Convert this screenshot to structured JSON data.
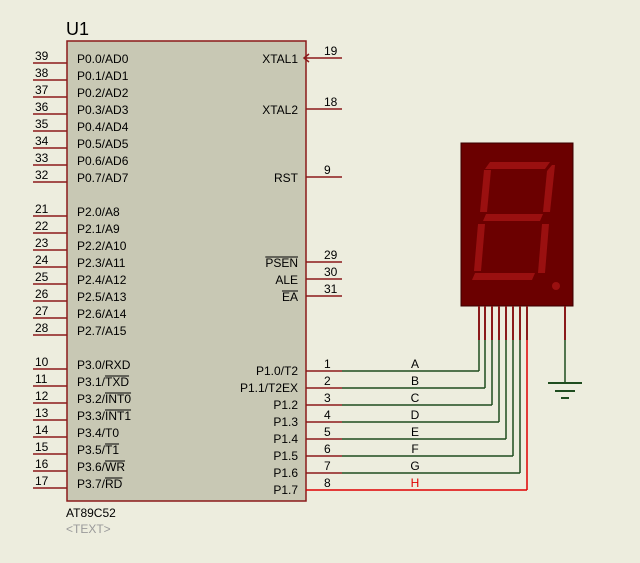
{
  "schematic": {
    "ref": "U1",
    "part": "AT89C52",
    "text_placeholder": "<TEXT>",
    "colors": {
      "background": "#ededde",
      "chip_fill": "#c8c8b4",
      "outline": "#8b1a1a",
      "wire": "#1f4d1f",
      "wire_active": "#e00000",
      "pin_number": "#000000",
      "display_bg": "#6b0000",
      "segment_off": "#9a1010"
    },
    "left_pins": [
      {
        "num": "39",
        "label": "P0.0/AD0"
      },
      {
        "num": "38",
        "label": "P0.1/AD1"
      },
      {
        "num": "37",
        "label": "P0.2/AD2"
      },
      {
        "num": "36",
        "label": "P0.3/AD3"
      },
      {
        "num": "35",
        "label": "P0.4/AD4"
      },
      {
        "num": "34",
        "label": "P0.5/AD5"
      },
      {
        "num": "33",
        "label": "P0.6/AD6"
      },
      {
        "num": "32",
        "label": "P0.7/AD7"
      },
      {
        "num": "21",
        "label": "P2.0/A8"
      },
      {
        "num": "22",
        "label": "P2.1/A9"
      },
      {
        "num": "23",
        "label": "P2.2/A10"
      },
      {
        "num": "24",
        "label": "P2.3/A11"
      },
      {
        "num": "25",
        "label": "P2.4/A12"
      },
      {
        "num": "26",
        "label": "P2.5/A13"
      },
      {
        "num": "27",
        "label": "P2.6/A14"
      },
      {
        "num": "28",
        "label": "P2.7/A15"
      },
      {
        "num": "10",
        "label": "P3.0/RXD"
      },
      {
        "num": "11",
        "label": "P3.1/TXD"
      },
      {
        "num": "12",
        "label": "P3.2/INT0"
      },
      {
        "num": "13",
        "label": "P3.3/INT1"
      },
      {
        "num": "14",
        "label": "P3.4/T0"
      },
      {
        "num": "15",
        "label": "P3.5/T1"
      },
      {
        "num": "16",
        "label": "P3.6/WR"
      },
      {
        "num": "17",
        "label": "P3.7/RD"
      }
    ],
    "right_pins_top": [
      {
        "num": "19",
        "label": "XTAL1"
      },
      {
        "num": "18",
        "label": "XTAL2"
      },
      {
        "num": "9",
        "label": "RST"
      },
      {
        "num": "29",
        "label": "PSEN"
      },
      {
        "num": "30",
        "label": "ALE"
      },
      {
        "num": "31",
        "label": "EA"
      }
    ],
    "port1_pins": [
      {
        "num": "1",
        "label": "P1.0/T2",
        "net": "A"
      },
      {
        "num": "2",
        "label": "P1.1/T2EX",
        "net": "B"
      },
      {
        "num": "3",
        "label": "P1.2",
        "net": "C"
      },
      {
        "num": "4",
        "label": "P1.3",
        "net": "D"
      },
      {
        "num": "5",
        "label": "P1.4",
        "net": "E"
      },
      {
        "num": "6",
        "label": "P1.5",
        "net": "F"
      },
      {
        "num": "7",
        "label": "P1.6",
        "net": "G"
      },
      {
        "num": "8",
        "label": "P1.7",
        "net": "H"
      }
    ]
  }
}
